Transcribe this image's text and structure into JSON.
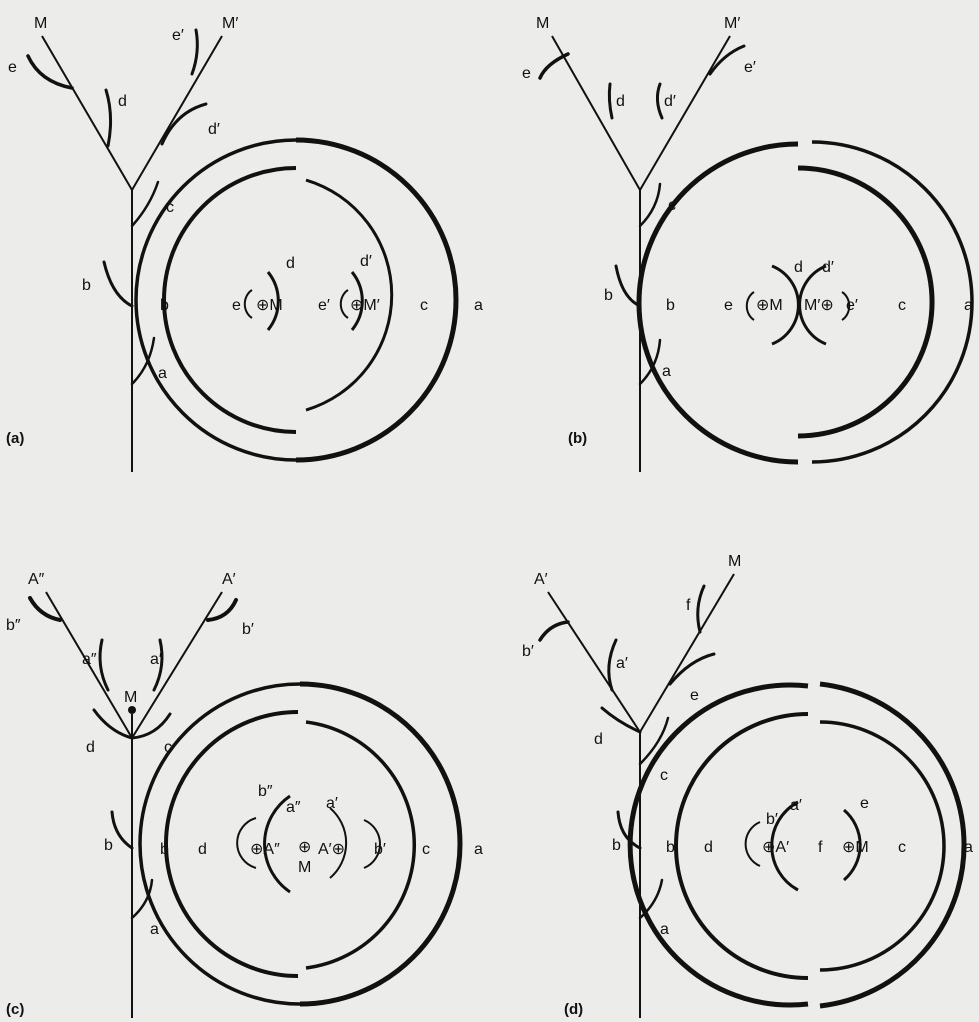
{
  "panels": [
    {
      "id": "a",
      "label": "(a)",
      "tree": {
        "apex_left": "M",
        "apex_right": "M′",
        "leaves": [
          {
            "text": "e"
          },
          {
            "text": "d"
          },
          {
            "text": "e′"
          },
          {
            "text": "d′"
          },
          {
            "text": "c"
          },
          {
            "text": "b"
          },
          {
            "text": "a"
          }
        ]
      },
      "diagram": {
        "labels": [
          {
            "text": "d"
          },
          {
            "text": "d′"
          },
          {
            "text": "e"
          },
          {
            "text": "⊕M"
          },
          {
            "text": "e′"
          },
          {
            "text": "⊕M′"
          },
          {
            "text": "b"
          },
          {
            "text": "c"
          },
          {
            "text": "a"
          }
        ]
      }
    },
    {
      "id": "b",
      "label": "(b)",
      "tree": {
        "apex_left": "M",
        "apex_right": "M′",
        "leaves": [
          {
            "text": "e"
          },
          {
            "text": "d"
          },
          {
            "text": "d′"
          },
          {
            "text": "e′"
          },
          {
            "text": "c"
          },
          {
            "text": "b"
          },
          {
            "text": "a"
          }
        ]
      },
      "diagram": {
        "labels": [
          {
            "text": "d"
          },
          {
            "text": "d′"
          },
          {
            "text": "e"
          },
          {
            "text": "⊕M"
          },
          {
            "text": "M′⊕"
          },
          {
            "text": "e′"
          },
          {
            "text": "b"
          },
          {
            "text": "c"
          },
          {
            "text": "a"
          }
        ]
      }
    },
    {
      "id": "c",
      "label": "(c)",
      "tree": {
        "apex_left": "A″",
        "apex_right": "A′",
        "node": "M",
        "leaves": [
          {
            "text": "b″"
          },
          {
            "text": "a″"
          },
          {
            "text": "a′"
          },
          {
            "text": "b′"
          },
          {
            "text": "d"
          },
          {
            "text": "c"
          },
          {
            "text": "b"
          },
          {
            "text": "a"
          }
        ]
      },
      "diagram": {
        "labels": [
          {
            "text": "b″"
          },
          {
            "text": "a″"
          },
          {
            "text": "a′"
          },
          {
            "text": "⊕A″"
          },
          {
            "text": "⊕"
          },
          {
            "text": "A′⊕"
          },
          {
            "text": "M"
          },
          {
            "text": "b′"
          },
          {
            "text": "b"
          },
          {
            "text": "d"
          },
          {
            "text": "c"
          },
          {
            "text": "a"
          }
        ]
      }
    },
    {
      "id": "d",
      "label": "(d)",
      "tree": {
        "apex_left": "A′",
        "apex_right": "M",
        "leaves": [
          {
            "text": "b′"
          },
          {
            "text": "a′"
          },
          {
            "text": "f"
          },
          {
            "text": "e"
          },
          {
            "text": "d"
          },
          {
            "text": "c"
          },
          {
            "text": "b"
          },
          {
            "text": "a"
          }
        ]
      },
      "diagram": {
        "labels": [
          {
            "text": "b′"
          },
          {
            "text": "a′"
          },
          {
            "text": "e"
          },
          {
            "text": "⊕A′"
          },
          {
            "text": "f"
          },
          {
            "text": "⊕M"
          },
          {
            "text": "b"
          },
          {
            "text": "d"
          },
          {
            "text": "c"
          },
          {
            "text": "a"
          }
        ]
      }
    }
  ]
}
